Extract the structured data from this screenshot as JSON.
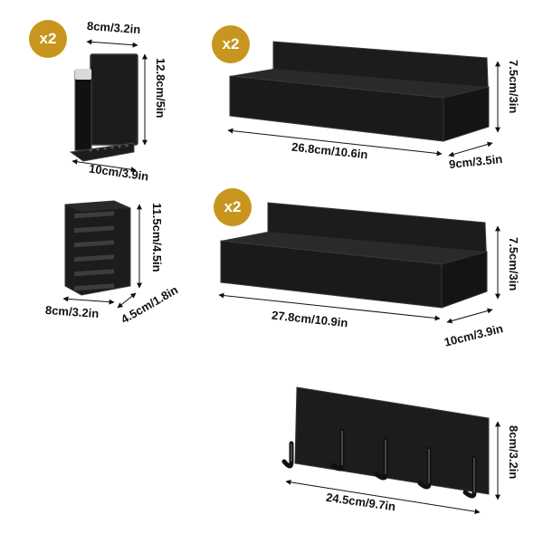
{
  "colors": {
    "badge": "#c8961e",
    "product": "#1c1c1c",
    "product_edge": "#3a3a3a",
    "dimension_line": "#111111"
  },
  "items": [
    {
      "name": "paper-towel-holder",
      "badge": "x2",
      "dimensions": [
        "8cm/3.2in",
        "12.8cm/5in",
        "10cm/3.9in"
      ]
    },
    {
      "name": "shelf-small",
      "badge": "x2",
      "dimensions": [
        "7.5cm/3in",
        "26.8cm/10.6in",
        "9cm/3.5in"
      ]
    },
    {
      "name": "utensil-holder",
      "badge": "",
      "dimensions": [
        "11.5cm/4.5in",
        "8cm/3.2in",
        "4.5cm/1.8in"
      ]
    },
    {
      "name": "shelf-large",
      "badge": "x2",
      "dimensions": [
        "7.5cm/3in",
        "27.8cm/10.9in",
        "10cm/3.9in"
      ]
    },
    {
      "name": "hook-rack",
      "badge": "",
      "dimensions": [
        "8cm/3.2in",
        "24.5cm/9.7in"
      ]
    }
  ]
}
